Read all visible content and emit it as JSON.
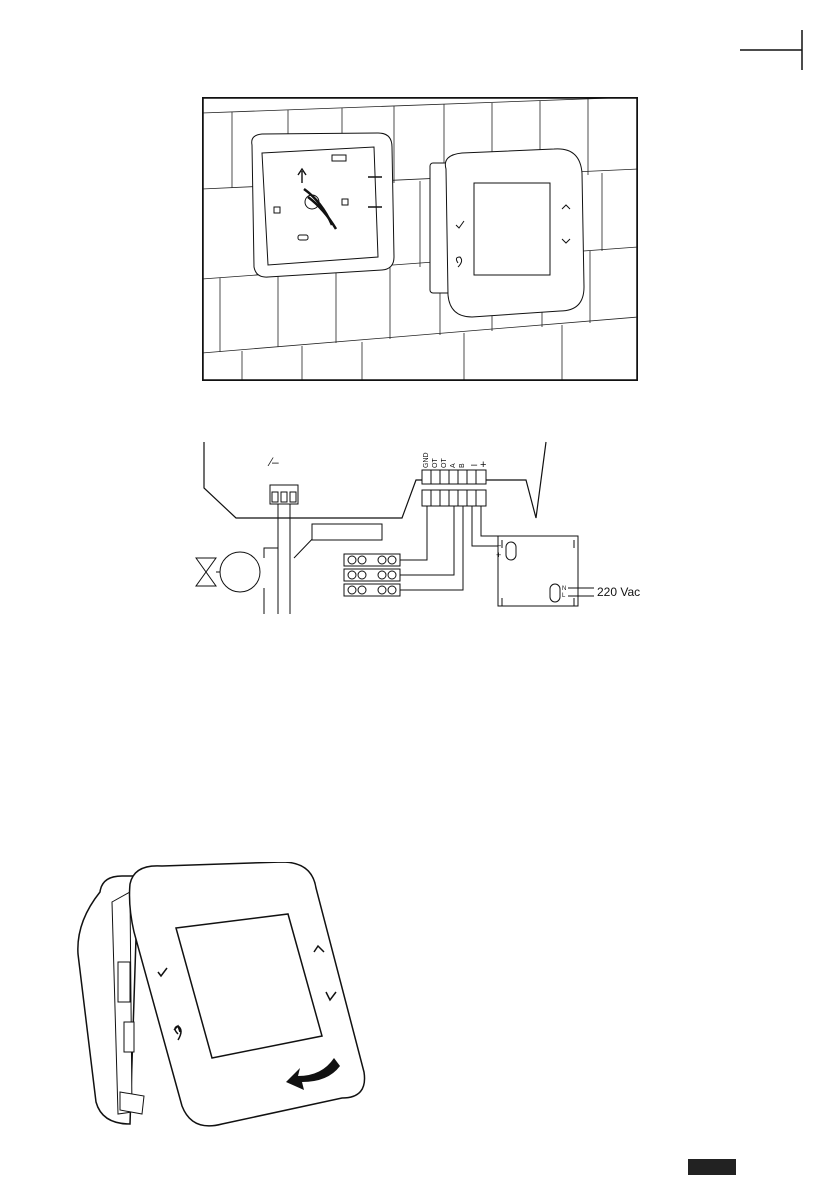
{
  "wiring": {
    "power_label": "220 Vac",
    "terminal_labels": [
      "GND",
      "OT",
      "OT",
      "A",
      "B",
      "–",
      "+"
    ],
    "switch_symbol": "⁄–",
    "supply_polarity": [
      "–",
      "+"
    ],
    "supply_inputs": [
      "N",
      "L"
    ]
  },
  "icons": {
    "check": "check-icon",
    "back": "back-arrow-icon",
    "up": "chevron-up-icon",
    "down": "chevron-down-icon",
    "up_arrow": "up-arrow-icon",
    "rotate": "rotate-arrow-icon"
  },
  "colors": {
    "line": "#111111",
    "page_tab": "#222222"
  }
}
